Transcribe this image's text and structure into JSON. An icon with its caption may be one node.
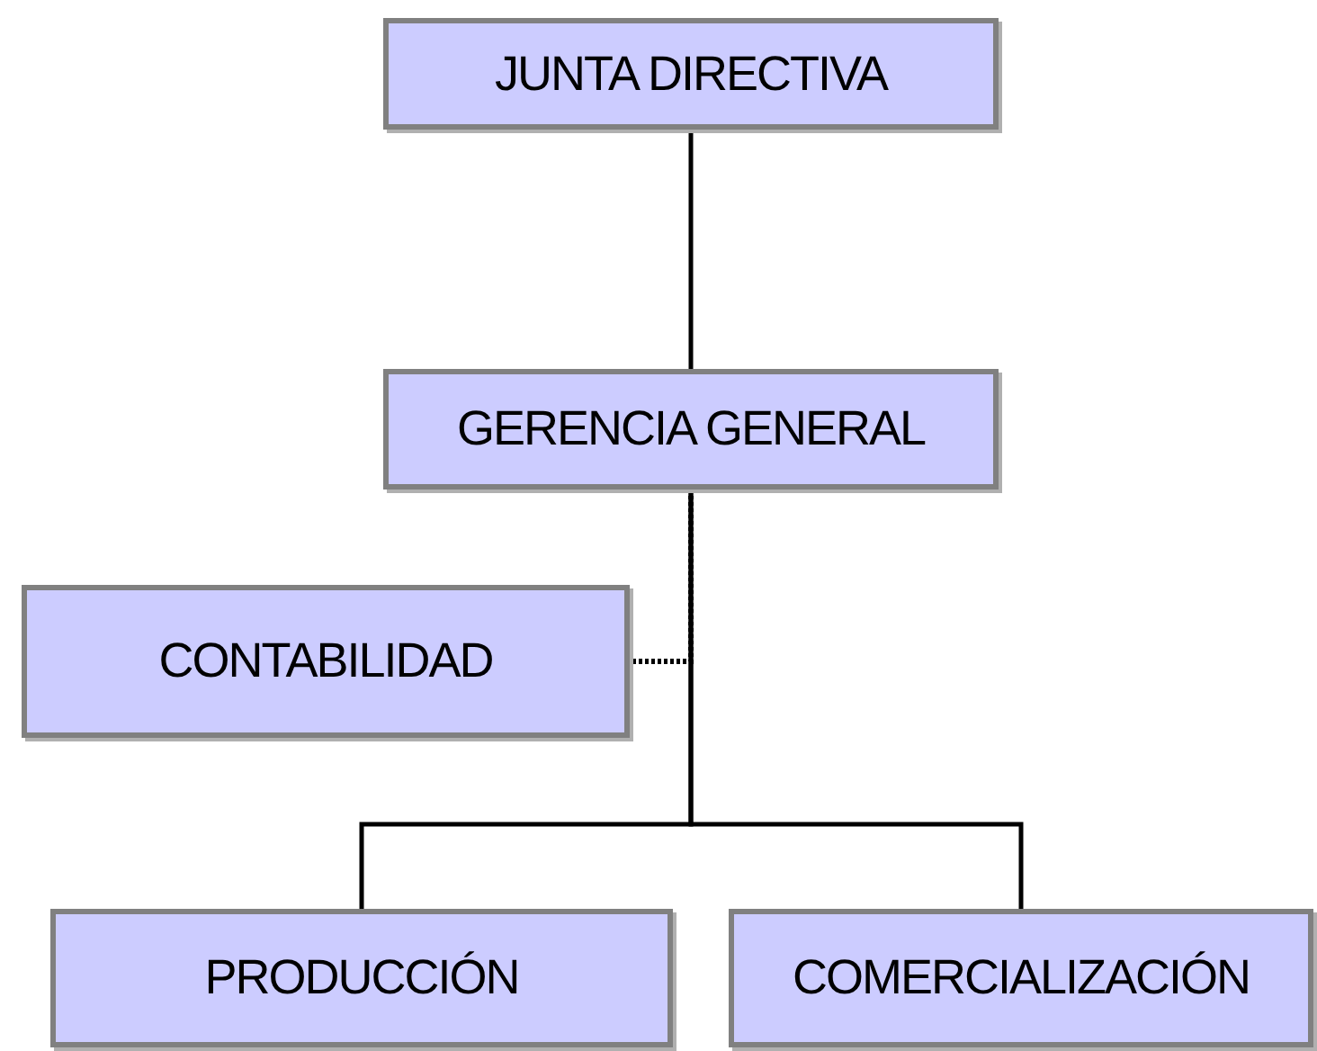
{
  "diagram": {
    "nodes": [
      {
        "text": [
          "JUNTA DIRECTIVA"
        ]
      },
      {
        "text": [
          "GERENCIA GENERAL"
        ]
      },
      {
        "text": [
          "CONTABILIDAD"
        ]
      },
      {
        "text": [
          "PRODUCCIÓN"
        ]
      },
      {
        "text": [
          "COMERCIALIZACIÓN"
        ]
      }
    ],
    "edges": [
      {
        "from": 0,
        "to": 1,
        "arrow": "none"
      },
      {
        "from": 1,
        "to": 2,
        "arrow": "none",
        "style": "dashed"
      },
      {
        "from": 1,
        "to": 3,
        "arrow": "none"
      },
      {
        "from": 1,
        "to": 4,
        "arrow": "none"
      }
    ]
  }
}
